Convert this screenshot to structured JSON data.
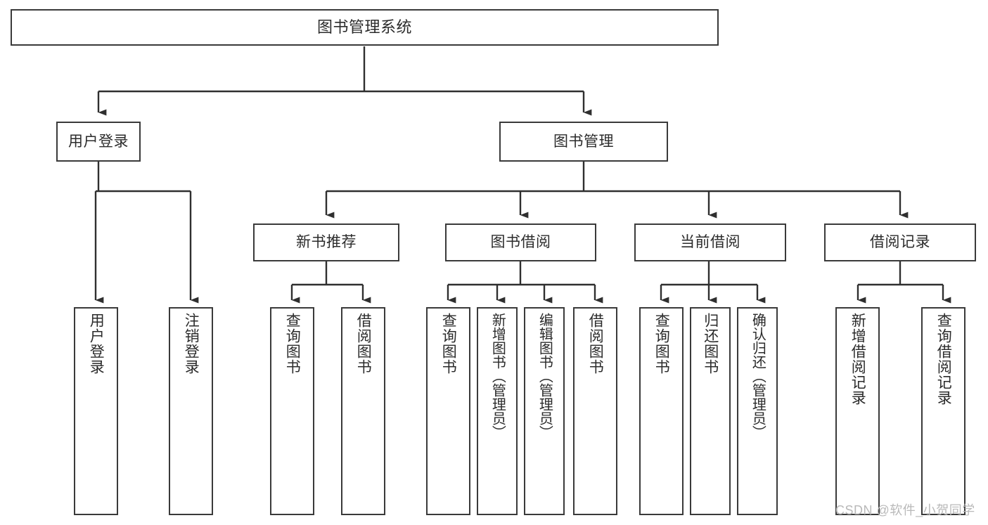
{
  "diagram": {
    "type": "tree",
    "title_node": "图书管理系统",
    "watermark": "CSDN @软件_小贺同学",
    "colors": {
      "background": "#ffffff",
      "box_border": "#3a3a3a",
      "connector": "#2f2f2f",
      "text": "#2b2b2b",
      "watermark": "#b9b9b9"
    },
    "levels": {
      "level1": [
        "图书管理系统"
      ],
      "level2": [
        "用户登录",
        "图书管理"
      ],
      "level3": [
        "新书推荐",
        "图书借阅",
        "当前借阅",
        "借阅记录"
      ],
      "level4": [
        "用户登录",
        "注销登录",
        "查询图书",
        "借阅图书",
        "查询图书",
        "新增图书（管理员）",
        "编辑图书（管理员）",
        "借阅图书",
        "查询图书",
        "归还图书",
        "确认归还（管理员）",
        "新增借阅记录",
        "查询借阅记录"
      ]
    }
  },
  "root": {
    "label": "图书管理系统"
  },
  "level2": {
    "user_login": {
      "label": "用户登录"
    },
    "book_manage": {
      "label": "图书管理"
    }
  },
  "level3": {
    "new_book": {
      "label": "新书推荐"
    },
    "borrow": {
      "label": "图书借阅"
    },
    "current": {
      "label": "当前借阅"
    },
    "records": {
      "label": "借阅记录"
    }
  },
  "leaves": {
    "user_login_1": {
      "label": "用户登录"
    },
    "user_login_2": {
      "label": "注销登录"
    },
    "new_book_1": {
      "label": "查询图书"
    },
    "new_book_2": {
      "label": "借阅图书"
    },
    "borrow_1": {
      "label": "查询图书"
    },
    "borrow_2": {
      "label": "新增图书（管理员）"
    },
    "borrow_3": {
      "label": "编辑图书（管理员）"
    },
    "borrow_4": {
      "label": "借阅图书"
    },
    "current_1": {
      "label": "查询图书"
    },
    "current_2": {
      "label": "归还图书"
    },
    "current_3": {
      "label": "确认归还（管理员）"
    },
    "records_1": {
      "label": "新增借阅记录"
    },
    "records_2": {
      "label": "查询借阅记录"
    }
  },
  "footer": {
    "watermark": "CSDN @软件_小贺同学"
  }
}
